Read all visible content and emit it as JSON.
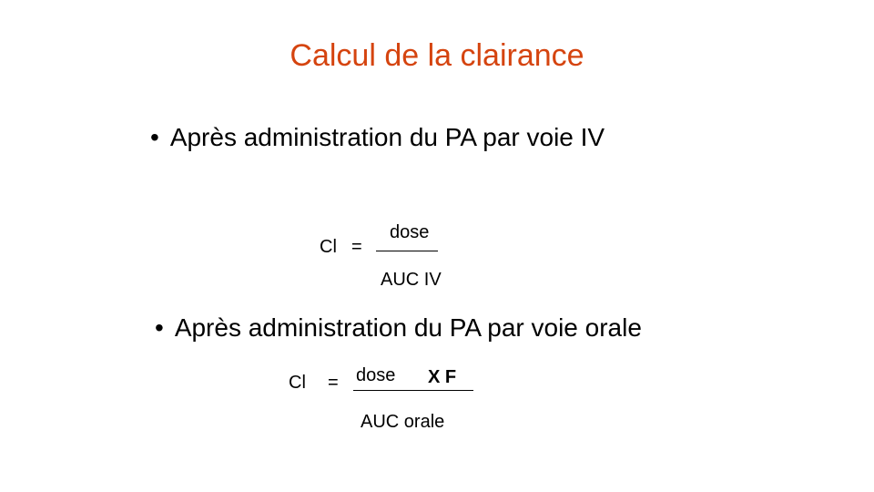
{
  "slide": {
    "title": "Calcul de la clairance",
    "title_color": "#d5440f"
  },
  "bullets": [
    {
      "symbol": "•",
      "text": "Après administration du PA par voie IV"
    },
    {
      "symbol": "•",
      "text": "Après administration du PA par voie orale"
    }
  ],
  "formula_iv": {
    "lhs": "Cl",
    "equals": "=",
    "numerator": "dose",
    "denominator": "AUC IV"
  },
  "formula_oral": {
    "lhs": "Cl",
    "equals": "=",
    "numerator": "dose",
    "factor": "X F",
    "denominator": "AUC orale"
  }
}
